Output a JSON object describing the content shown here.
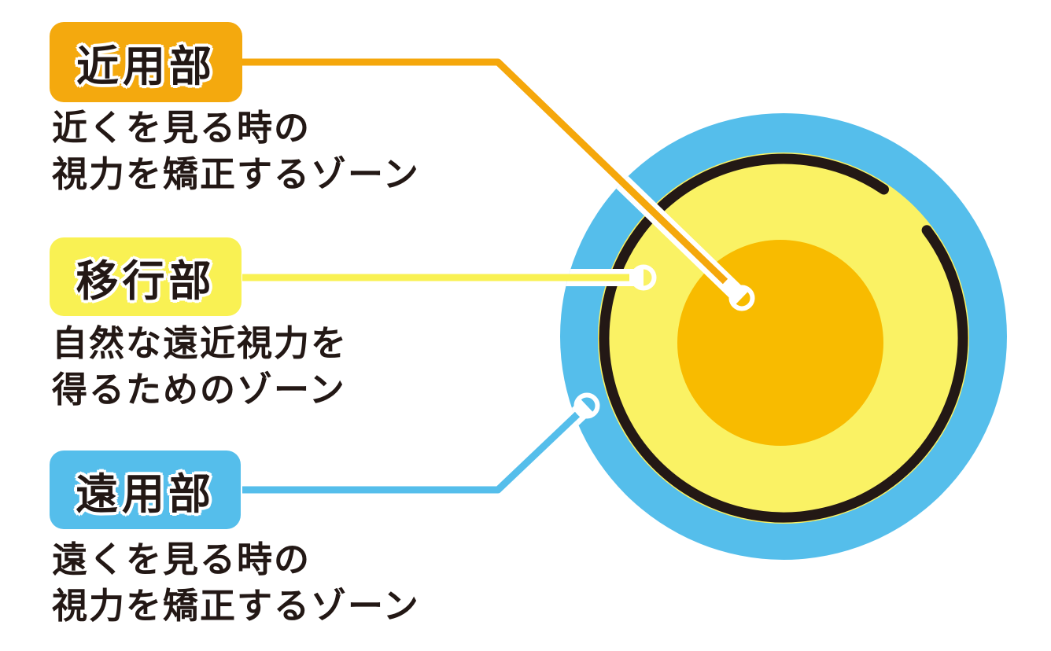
{
  "diagram_title": "multifocal-contact-lens-zones",
  "colors": {
    "background": "#FFFFFF",
    "near_orange": "#F4A90E",
    "near_line_orange": "#F5A70B",
    "transition_yellow": "#F9F153",
    "distance_blue": "#55BEEB",
    "lens_outer_blue": "#55BEEB",
    "lens_mid_yellow": "#FAF264",
    "lens_center_orange": "#F8BB00",
    "lens_arc_black": "#231815",
    "text_dark": "#231815",
    "connector_casing_white": "#FFFFFF"
  },
  "labels": {
    "near": {
      "title": "近用部",
      "desc_line1": "近くを見る時の",
      "desc_line2": "視力を矯正するゾーン"
    },
    "transition": {
      "title": "移行部",
      "desc_line1": "自然な遠近視力を",
      "desc_line2": "得るためのゾーン"
    },
    "distance": {
      "title": "遠用部",
      "desc_line1": "遠くを見る時の",
      "desc_line2": "視力を矯正するゾーン"
    }
  }
}
